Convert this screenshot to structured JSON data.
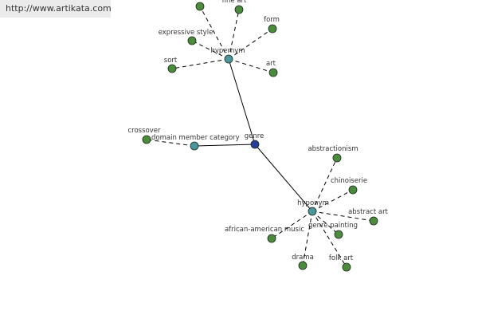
{
  "header": {
    "site_link": "http://www.artikata.com"
  },
  "colors": {
    "center_node": "#283c9a",
    "hub_node": "#4b969d",
    "leaf_node": "#4a8b3c",
    "edge": "#000000",
    "label": "#333333"
  },
  "graph": {
    "center": {
      "label": "genre",
      "role": "center"
    },
    "hubs": [
      {
        "label": "hypernym",
        "role": "hub"
      },
      {
        "label": "hyponym",
        "role": "hub"
      },
      {
        "label": "domain member category",
        "role": "hub"
      }
    ],
    "leaves": [
      {
        "label": "",
        "hub": "hypernym"
      },
      {
        "label": "fine art",
        "hub": "hypernym"
      },
      {
        "label": "form",
        "hub": "hypernym"
      },
      {
        "label": "expressive style",
        "hub": "hypernym"
      },
      {
        "label": "sort",
        "hub": "hypernym"
      },
      {
        "label": "art",
        "hub": "hypernym"
      },
      {
        "label": "crossover",
        "hub": "domain member category"
      },
      {
        "label": "abstractionism",
        "hub": "hyponym"
      },
      {
        "label": "chinoiserie",
        "hub": "hyponym"
      },
      {
        "label": "abstract art",
        "hub": "hyponym"
      },
      {
        "label": "genre painting",
        "hub": "hyponym"
      },
      {
        "label": "african-american music",
        "hub": "hyponym"
      },
      {
        "label": "drama",
        "hub": "hyponym"
      },
      {
        "label": "folk art",
        "hub": "hyponym"
      }
    ]
  }
}
